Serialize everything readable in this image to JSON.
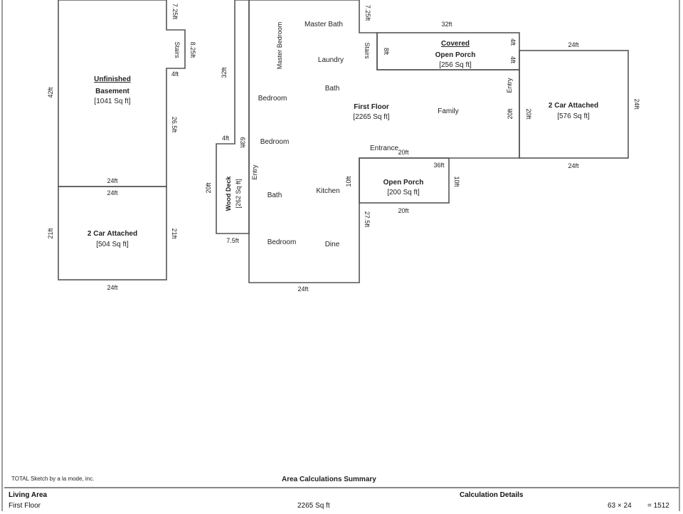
{
  "software_credit": "TOTAL Sketch by a la mode, inc.",
  "summary": {
    "title": "Area Calculations Summary",
    "living_area_header": "Living Area",
    "calc_details_header": "Calculation Details",
    "row_label": "First Floor",
    "row_value": "2265 Sq ft",
    "row_calc": "63 × 24",
    "row_result": "= 1512"
  },
  "basement": {
    "unfinished": "Unfinished",
    "name": "Basement",
    "area": "[1041 Sq ft]",
    "dim_left": "42ft",
    "dim_top_step": "7.25ft",
    "dim_stairs_right": "8.25ft",
    "stairs": "Stairs",
    "dim_4ft": "4ft",
    "dim_right": "26.5ft",
    "dim_bottom": "24ft"
  },
  "garage_left": {
    "name": "2 Car Attached",
    "area": "[504 Sq ft]",
    "dim_top": "24ft",
    "dim_left": "21ft",
    "dim_right": "21ft",
    "dim_bottom": "24ft"
  },
  "wood_deck": {
    "name": "Wood Deck",
    "area": "[262 Sq ft]",
    "dim_left": "20ft",
    "dim_strip": "32ft",
    "dim_4ft": "4ft",
    "dim_63": "63ft",
    "dim_bottom": "7.5ft"
  },
  "first_floor": {
    "name": "First Floor",
    "area": "[2265 Sq ft]",
    "rooms": {
      "master_bedroom": "Master Bedroom",
      "master_bath": "Master Bath",
      "laundry": "Laundry",
      "bath1": "Bath",
      "bedroom1": "Bedroom",
      "bedroom2": "Bedroom",
      "entry_left": "Entry",
      "bath2": "Bath",
      "kitchen": "Kitchen",
      "bedroom3": "Bedroom",
      "dine": "Dine",
      "family": "Family",
      "entrance": "Entrance",
      "stairs": "Stairs",
      "entry_right": "Entry"
    },
    "dims": {
      "top_step": "7.25ft",
      "d8": "8ft",
      "d20_entrance": "20ft",
      "d10_kitchen": "10ft",
      "d27": "27.5ft",
      "d20_right": "20ft",
      "bottom": "24ft"
    }
  },
  "covered_porch": {
    "covered": "Covered",
    "name": "Open Porch",
    "area": "[256 Sq ft]",
    "dim_top": "32ft",
    "dim_right": "4ft",
    "dim_right2": "4ft"
  },
  "garage_right": {
    "name": "2 Car Attached",
    "area": "[576 Sq ft]",
    "dim_top": "24ft",
    "dim_left": "20ft",
    "dim_right": "24ft",
    "dim_bottom": "24ft"
  },
  "open_porch": {
    "name": "Open Porch",
    "area": "[200 Sq ft]",
    "dim_top": "36ft",
    "dim_right": "10ft",
    "dim_bottom": "20ft"
  }
}
